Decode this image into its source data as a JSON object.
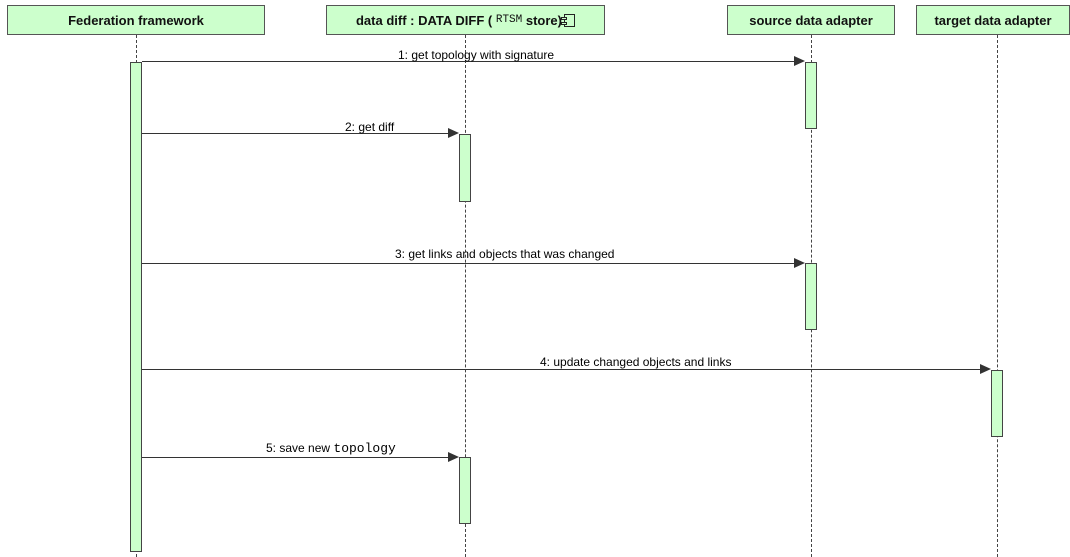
{
  "participants": [
    {
      "id": "federation",
      "name": "Federation framework"
    },
    {
      "id": "datadiff",
      "name_prefix": "data diff : DATA DIFF (",
      "name_mono": "RTSM",
      "name_suffix": "store)"
    },
    {
      "id": "source",
      "name": "source data adapter"
    },
    {
      "id": "target",
      "name": "target data adapter"
    }
  ],
  "messages": [
    {
      "label": "1: get topology with signature"
    },
    {
      "label": "2: get diff"
    },
    {
      "label": "3: get links and objects that was changed"
    },
    {
      "label": "4: update changed objects and links"
    },
    {
      "label_prefix": "5: save new",
      "label_mono": "topology"
    }
  ]
}
